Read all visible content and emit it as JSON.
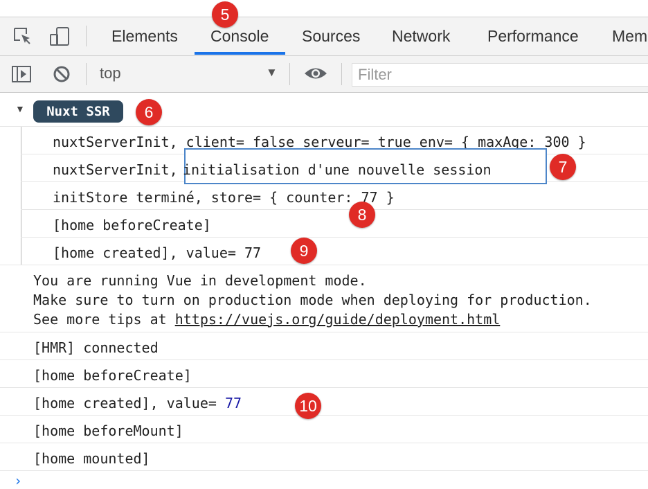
{
  "tabs": [
    "Elements",
    "Console",
    "Sources",
    "Network",
    "Performance",
    "Mem"
  ],
  "toolbar": {
    "context": "top",
    "filter_placeholder": "Filter"
  },
  "group": {
    "badge": "Nuxt SSR",
    "lines": [
      {
        "pre": "nuxtServerInit, client= false serveur= true env= { maxAge: 300 }"
      },
      {
        "pre": "nuxtServerInit,",
        "highlight": " initialisation d'une nouvelle session"
      },
      {
        "pre": "initStore terminé, store= { counter: 77 }"
      },
      {
        "pre": "[home beforeCreate]"
      },
      {
        "pre": "[home created], value= 77"
      }
    ]
  },
  "vue_warning": {
    "line1": "You are running Vue in development mode.",
    "line2": "Make sure to turn on production mode when deploying for production.",
    "line3_prefix": "See more tips at ",
    "link": "https://vuejs.org/guide/deployment.html"
  },
  "logs": {
    "hmr": "[HMR] connected",
    "before_create": "[home beforeCreate]",
    "created_prefix": "[home created], value= ",
    "created_value": "77",
    "before_mount": "[home beforeMount]",
    "mounted": "[home mounted]"
  },
  "prompt_glyph": "›",
  "callouts": [
    "5",
    "6",
    "7",
    "8",
    "9",
    "10"
  ],
  "colors": {
    "accent": "#1a73e8",
    "badge_bg": "#2f495e",
    "callout_red": "#e02b26",
    "highlight_border": "#4d86c9",
    "number_blue": "#1a1aa6"
  }
}
